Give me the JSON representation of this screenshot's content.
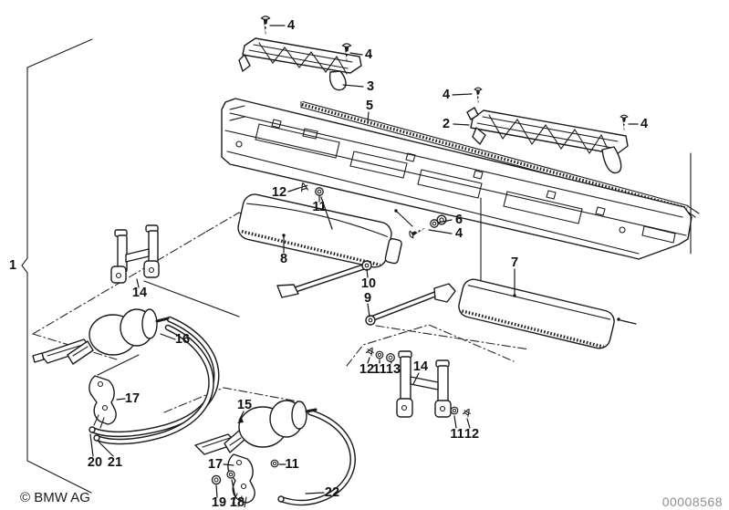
{
  "footer": {
    "copyright": "© BMW AG",
    "document_number": "00008568"
  },
  "part_labels": [
    "4",
    "4",
    "3",
    "5",
    "4",
    "2",
    "4",
    "12",
    "11",
    "6",
    "4",
    "8",
    "7",
    "10",
    "9",
    "14",
    "16",
    "17",
    "12",
    "11",
    "13",
    "14",
    "11",
    "12",
    "15",
    "17",
    "11",
    "19",
    "18",
    "22",
    "20",
    "21",
    "1"
  ],
  "colors": {
    "line": "#1c1c1c",
    "background": "#ffffff",
    "document_number_gray": "#8f8f8f"
  }
}
